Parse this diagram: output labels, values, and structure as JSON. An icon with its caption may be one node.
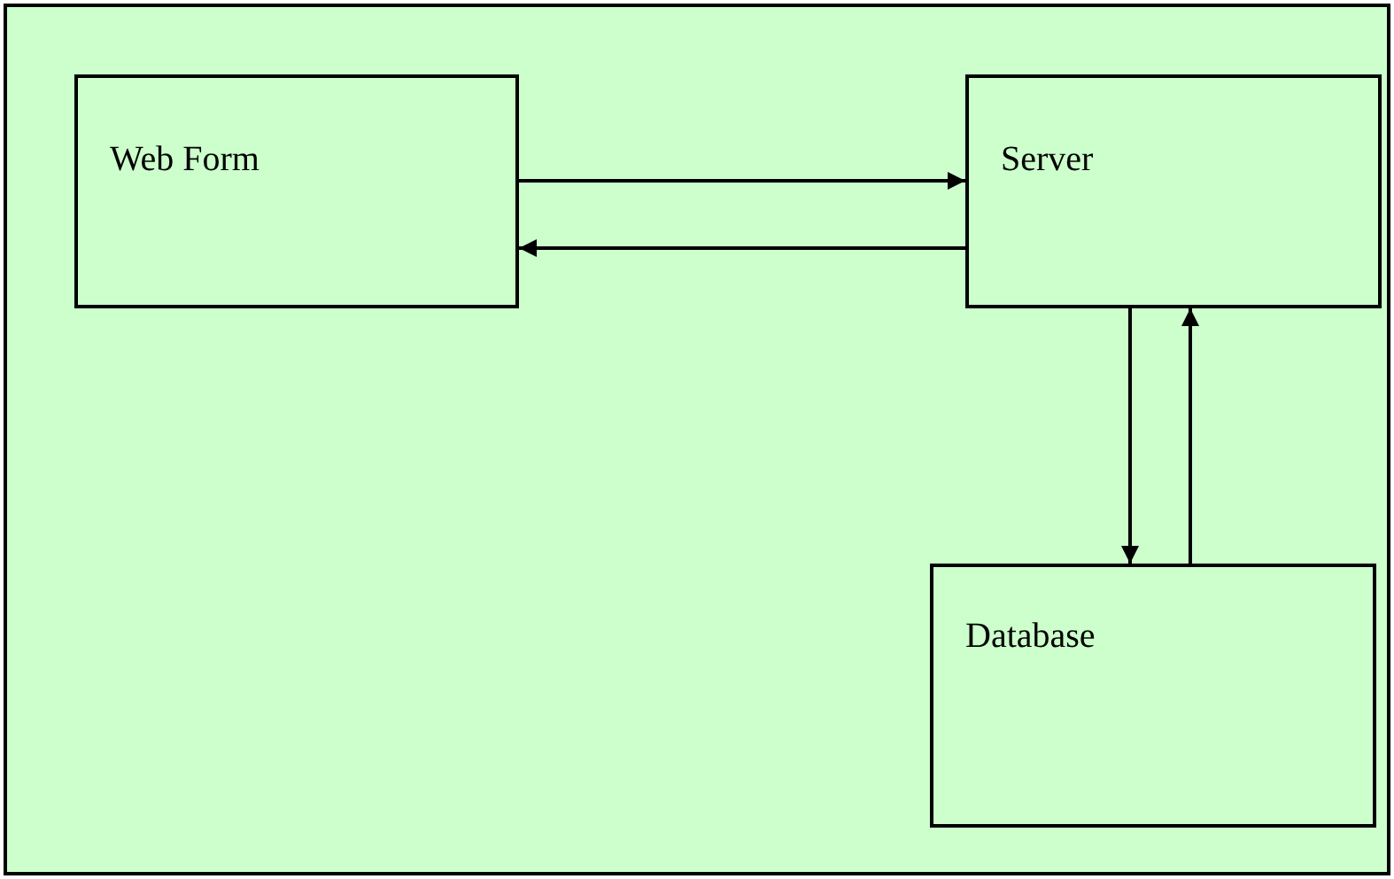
{
  "diagram": {
    "nodes": [
      {
        "text": [
          "Web Form"
        ]
      },
      {
        "text": [
          "Server"
        ]
      },
      {
        "text": [
          "Database"
        ]
      }
    ],
    "edges": [
      {
        "from": 0,
        "to": 1,
        "arrow": "to"
      },
      {
        "from": 1,
        "to": 0,
        "arrow": "to"
      },
      {
        "from": 1,
        "to": 2,
        "arrow": "to"
      },
      {
        "from": 2,
        "to": 1,
        "arrow": "to"
      }
    ]
  }
}
